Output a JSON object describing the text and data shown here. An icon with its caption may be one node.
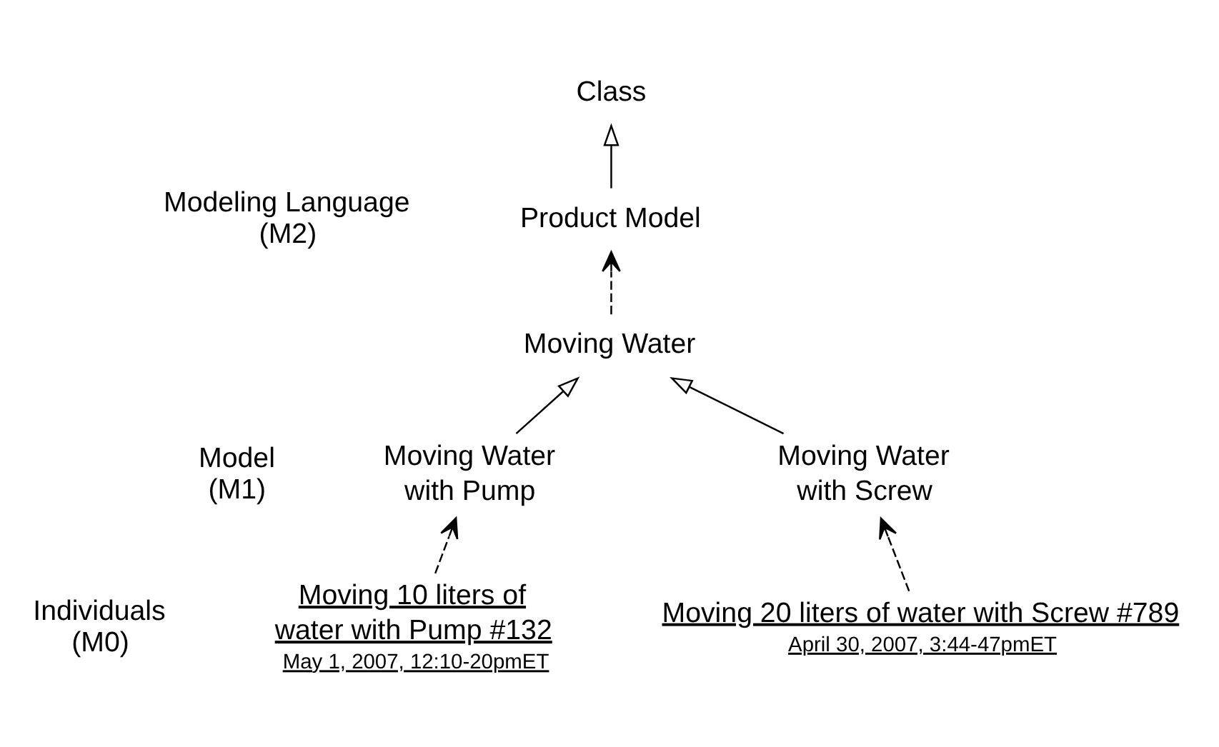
{
  "diagram": {
    "nodes": [
      {
        "text": [
          "Class"
        ]
      },
      {
        "text": [
          "Product Model"
        ]
      },
      {
        "text": [
          "Moving Water"
        ]
      },
      {
        "text": [
          "Moving Water with Pump"
        ]
      },
      {
        "text": [
          "Moving Water with Screw"
        ]
      },
      {
        "text": [
          "Moving 10 liters of water with Pump #132",
          "May 1, 2007, 12:10-20pmET"
        ]
      },
      {
        "text": [
          "Moving 20 liters of water with Screw #789",
          "April 30, 2007, 3:44-47pmET"
        ]
      }
    ],
    "edges": [
      {
        "from": 1,
        "to": 0,
        "arrow": "to"
      },
      {
        "from": 2,
        "to": 1,
        "arrow": "to",
        "style": "dashed"
      },
      {
        "from": 3,
        "to": 2,
        "arrow": "to"
      },
      {
        "from": 4,
        "to": 2,
        "arrow": "to"
      },
      {
        "from": 5,
        "to": 3,
        "arrow": "to",
        "style": "dashed"
      },
      {
        "from": 6,
        "to": 4,
        "arrow": "to",
        "style": "dashed"
      }
    ],
    "labels": [
      "Modeling Language (M2)",
      "Model (M1)",
      "Individuals (M0)"
    ]
  }
}
